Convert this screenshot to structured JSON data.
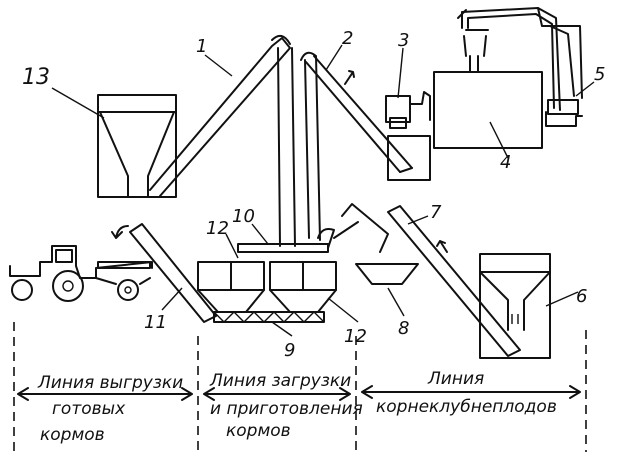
{
  "numbers": {
    "n1": "1",
    "n2": "2",
    "n3": "3",
    "n4": "4",
    "n5": "5",
    "n6": "6",
    "n7": "7",
    "n8": "8",
    "n9": "9",
    "n10": "10",
    "n11": "11",
    "n12a": "12",
    "n12b": "12",
    "n13": "13"
  },
  "sections": {
    "unload": {
      "line1": "Линия выгрузки",
      "line2": "готовых",
      "line3": "кормов"
    },
    "load": {
      "line1": "Линия загрузки",
      "line2": "и приготовления",
      "line3": "кормов"
    },
    "roots": {
      "line1": "Линия",
      "line2": "корнеклубнеплодов"
    }
  }
}
